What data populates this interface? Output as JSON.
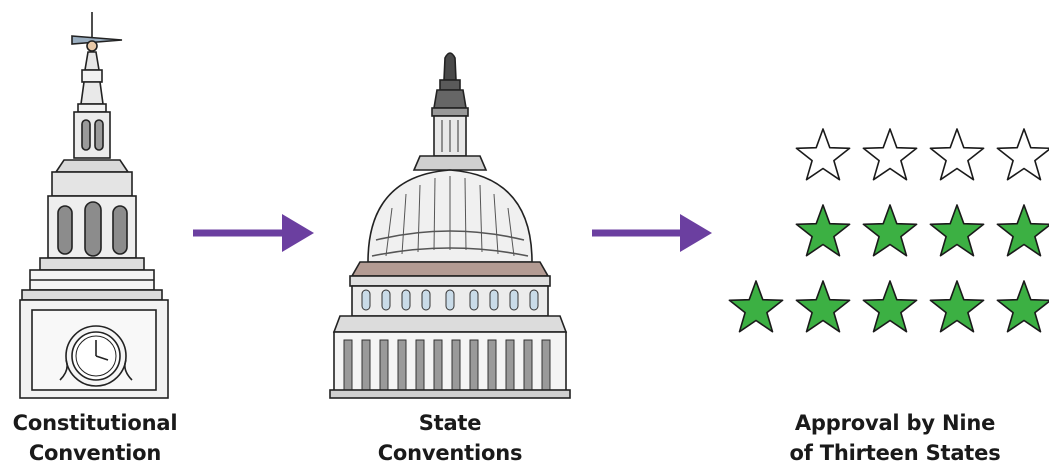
{
  "steps": [
    {
      "line1": "Constitutional",
      "line2": "Convention",
      "icon": "bell-tower-icon"
    },
    {
      "line1": "State",
      "line2": "Conventions",
      "icon": "capitol-dome-icon"
    },
    {
      "line1": "Approval by Nine",
      "line2": "of Thirteen States",
      "icon": "stars-icon"
    }
  ],
  "stars": {
    "approved": 9,
    "total": 13
  },
  "colors": {
    "arrow": "#6b3fa0",
    "star_fill": "#3cb043",
    "star_stroke": "#1a1a1a"
  }
}
